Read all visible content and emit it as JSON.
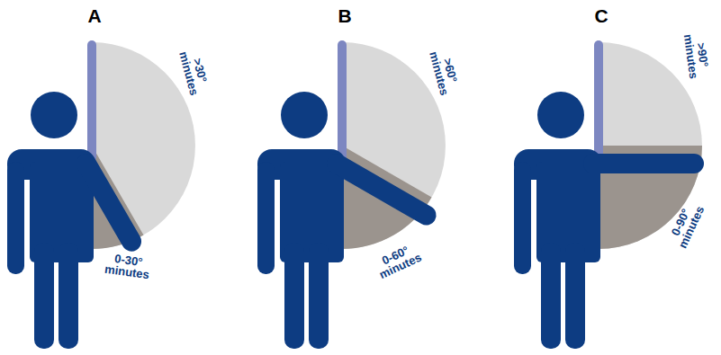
{
  "diagram": {
    "labels": [
      "A",
      ">30° minutes",
      "0-30° minutes",
      "B",
      ">60° minutes",
      "0-60° minutes",
      "C",
      ">90° minutes",
      "0-90° minutes"
    ]
  }
}
